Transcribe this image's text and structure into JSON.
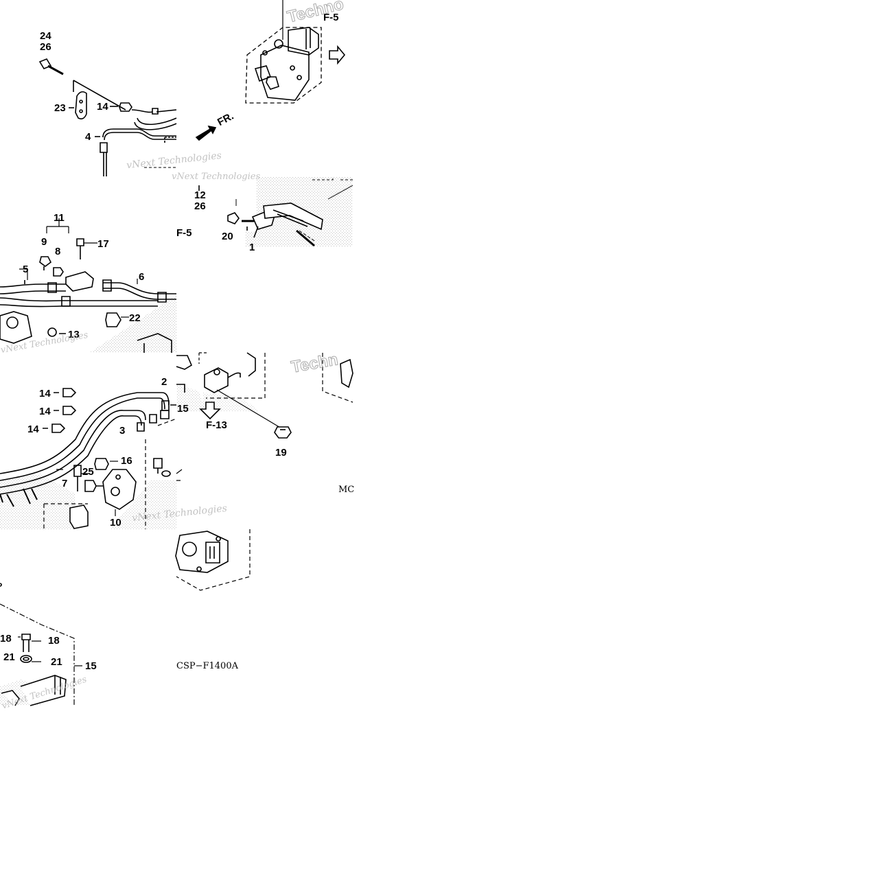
{
  "callouts": {
    "c24": "24",
    "c26a": "26",
    "c23": "23",
    "c14a": "14",
    "c4": "4",
    "c12": "12",
    "c26b": "26",
    "c20": "20",
    "c1": "1",
    "c11": "11",
    "c9": "9",
    "c8": "8",
    "c17": "17",
    "c5": "5",
    "c6": "6",
    "c22": "22",
    "c13": "13",
    "c14b": "14",
    "c14c": "14",
    "c14d": "14",
    "c2": "2",
    "c15a": "15",
    "c3": "3",
    "c16": "16",
    "c25": "25",
    "c7": "7",
    "c10": "10",
    "c19": "19",
    "c18a": "18",
    "c18b": "18",
    "c21a": "21",
    "c21b": "21",
    "c15b": "15"
  },
  "refs": {
    "f5_top": "F-5",
    "f5_mid": "F-5",
    "f13": "F-13",
    "fr": "FR."
  },
  "codes": {
    "sheet": "CSP−F1400A",
    "mc": "MC"
  },
  "watermarks": {
    "w1": "vNext Technologies",
    "w2": "vNext Technologies",
    "w3": "vNext Technologies",
    "w4": "vNext Technologies",
    "w5": "Techno",
    "w6": "Techn",
    "w7": "vNext Technologies"
  },
  "colors": {
    "ink": "#000000",
    "watermark": "#b8b8b8",
    "stipple": "#9a9a9a"
  }
}
